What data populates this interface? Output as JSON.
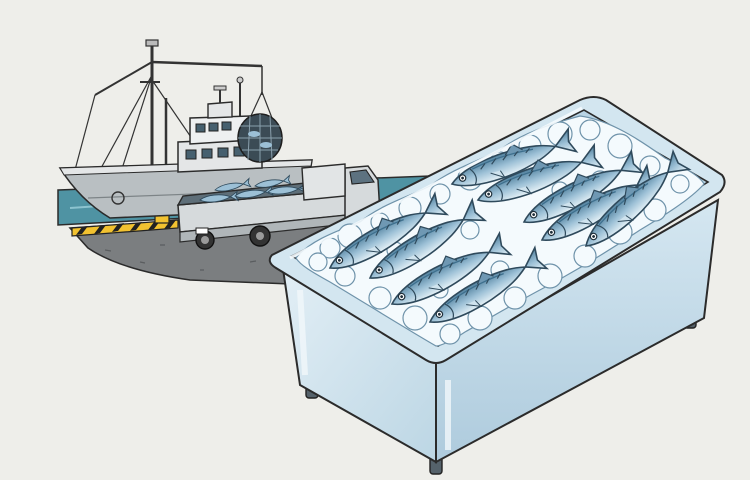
{
  "scene": {
    "background_color": "#eeeeea",
    "elements": [
      {
        "name": "dock-ground",
        "color": "#7b7e80"
      },
      {
        "name": "harbor-water",
        "color": "#4f93a3"
      },
      {
        "name": "safety-stripe-curb",
        "colors": [
          "#f2c230",
          "#222222"
        ]
      },
      {
        "name": "fishing-boat",
        "hull_color": "#b9bfc2"
      },
      {
        "name": "crane-net-with-fish"
      },
      {
        "name": "delivery-truck",
        "cab_color": "#d6dadc"
      },
      {
        "name": "truck-bed-fish"
      },
      {
        "name": "ice-container",
        "color": "#cfe3ee"
      },
      {
        "name": "crushed-ice",
        "color": "#f4fafd"
      },
      {
        "name": "mackerel-fish",
        "count": 9,
        "body_color": "#9cc0d6",
        "stripe_color": "#3e6f8d"
      }
    ]
  }
}
